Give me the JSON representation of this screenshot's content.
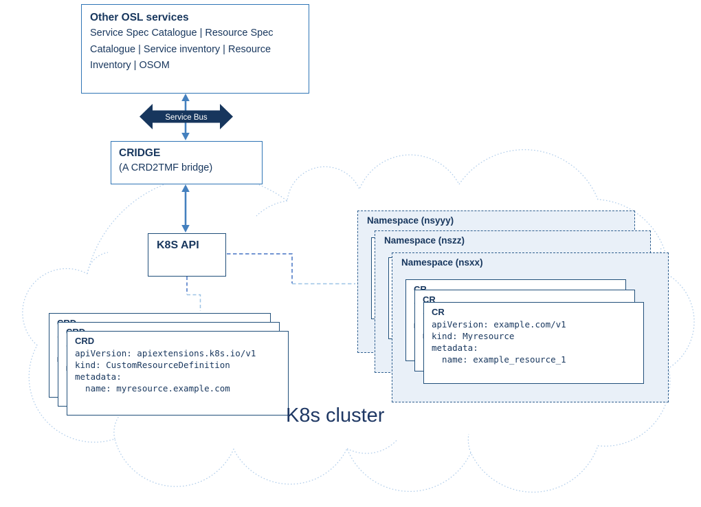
{
  "diagram": {
    "osl_box": {
      "title": "Other OSL services",
      "body": "Service Spec Catalogue | Resource Spec Catalogue | Service inventory | Resource Inventory | OSOM"
    },
    "service_bus": {
      "label": "Service Bus"
    },
    "cridge_box": {
      "title": "CRIDGE",
      "subtitle": "(A CRD2TMF bridge)"
    },
    "k8s_api_box": {
      "title": "K8S API"
    },
    "cluster_label": "K8s cluster",
    "crd_stack": {
      "title": "CRD",
      "lines": [
        "apiVersion: apiextensions.k8s.io/v1",
        "kind: CustomResourceDefinition",
        "metadata:",
        "  name: myresource.example.com"
      ]
    },
    "cr_stack": {
      "title": "CR",
      "lines": [
        "apiVersion: example.com/v1",
        "kind: Myresource",
        "metadata:",
        "  name: example_resource_1"
      ]
    },
    "namespaces": [
      {
        "label": "Namespace (nsyyy)"
      },
      {
        "label": "Namespace (nszz)"
      },
      {
        "label": "Namespace (nsxx)"
      }
    ],
    "colors": {
      "navy_text": "#17365D",
      "box_border": "#2E74B5",
      "stack_border": "#1F4E79",
      "service_bus_fill": "#17365D",
      "arrow": "#4480BE",
      "connector": "#4472C4",
      "connector_light": "#9DC3E6",
      "namespace_fill": "#E9F0F8",
      "namespace_border": "#2E5E8E",
      "cloud_outline": "#AFCCEA"
    }
  }
}
